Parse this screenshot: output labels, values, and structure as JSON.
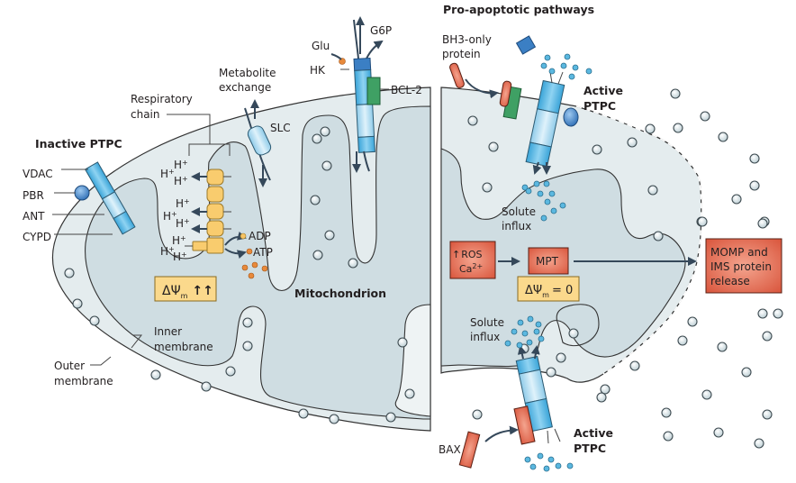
{
  "figure": {
    "left_panel": {
      "organelle_label": "Mitochondrion",
      "inactive_ptpc_label": "Inactive PTPC",
      "ptpc_components": [
        "VDAC",
        "PBR",
        "ANT",
        "CYPD"
      ],
      "respiratory_chain_label": "Respiratory chain",
      "respiratory_chain_line1": "Respiratory",
      "respiratory_chain_line2": "chain",
      "metabolite_exchange_line1": "Metabolite",
      "metabolite_exchange_line2": "exchange",
      "slc_label": "SLC",
      "glu_label": "Glu",
      "g6p_label": "G6P",
      "hk_label": "HK",
      "bcl2_label": "BCL-2",
      "adp_label": "ADP",
      "atp_label": "ATP",
      "proton_label": "H",
      "proton_charge": "+",
      "membrane_potential_label": "ΔΨ",
      "membrane_potential_sub": "m",
      "membrane_potential_state": "↑↑",
      "inner_membrane_line1": "Inner",
      "inner_membrane_line2": "membrane",
      "outer_membrane_line1": "Outer",
      "outer_membrane_line2": "membrane"
    },
    "right_panel": {
      "title": "Pro-apoptotic pathways",
      "bh3_line1": "BH3-only",
      "bh3_line2": "protein",
      "active_ptpc_line1": "Active",
      "active_ptpc_line2": "PTPC",
      "solute_influx_line1": "Solute",
      "solute_influx_line2": "influx",
      "ros_label": "ROS",
      "ca_label": "Ca",
      "ca_charge": "2+",
      "ros_arrow": "↑",
      "mpt_label": "MPT",
      "membrane_potential_label": "ΔΨ",
      "membrane_potential_sub": "m",
      "membrane_potential_value": "= 0",
      "momp_line1": "MOMP and",
      "momp_line2": "IMS protein",
      "momp_line3": "release",
      "bax_label": "BAX"
    },
    "colors": {
      "channel_blue": "#4fb3e0",
      "bcl2_green": "#3fa064",
      "pro_apoptotic_red": "#e0604a",
      "etc_yellow": "#f9cc6e",
      "outer_membrane_fill": "#e4ecee",
      "matrix_fill": "#cfdde2"
    }
  }
}
